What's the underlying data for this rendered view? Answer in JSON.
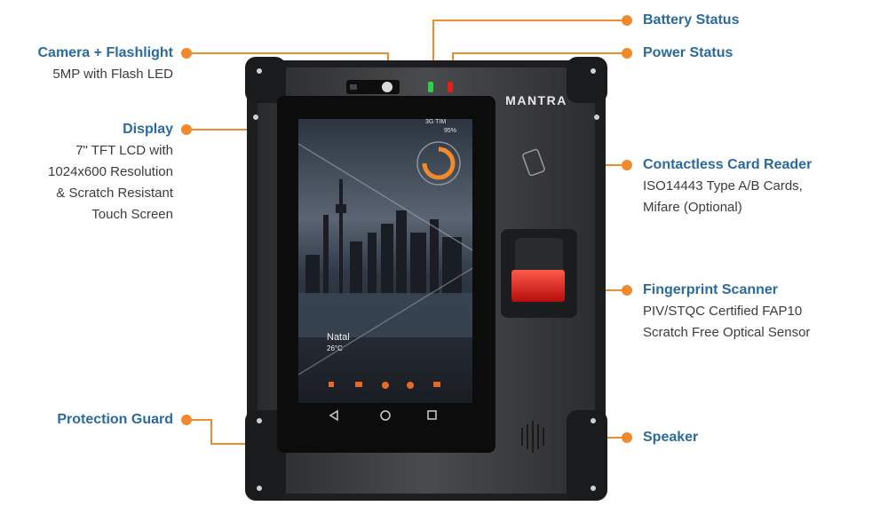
{
  "brand": "MANTRA",
  "callouts": {
    "camera": {
      "title": "Camera + Flashlight",
      "lines": [
        "5MP with Flash LED"
      ]
    },
    "display": {
      "title": "Display",
      "lines": [
        "7\" TFT LCD with",
        "1024x600 Resolution",
        "& Scratch Resistant",
        "Touch Screen"
      ]
    },
    "guard": {
      "title": "Protection Guard",
      "lines": []
    },
    "battery": {
      "title": "Battery Status",
      "lines": []
    },
    "power": {
      "title": "Power Status",
      "lines": []
    },
    "card": {
      "title": "Contactless Card Reader",
      "lines": [
        "ISO14443 Type A/B Cards,",
        "Mifare (Optional)"
      ]
    },
    "finger": {
      "title": "Fingerprint Scanner",
      "lines": [
        "PIV/STQC Certified FAP10",
        "Scratch Free Optical Sensor"
      ]
    },
    "speaker": {
      "title": "Speaker",
      "lines": []
    }
  },
  "screen": {
    "status": "3G TIM",
    "battery": "95%",
    "city": "Natal",
    "temp": "26°C"
  },
  "colors": {
    "accent": "#f08a2c",
    "title": "#2b6a9e",
    "body": "#3a3b3d",
    "screen": "#2a2a2c"
  },
  "icons": [
    "camera-icon",
    "wifi-icon",
    "back-icon",
    "home-icon",
    "recents-icon",
    "speaker-grille-icon",
    "nfc-card-icon"
  ]
}
